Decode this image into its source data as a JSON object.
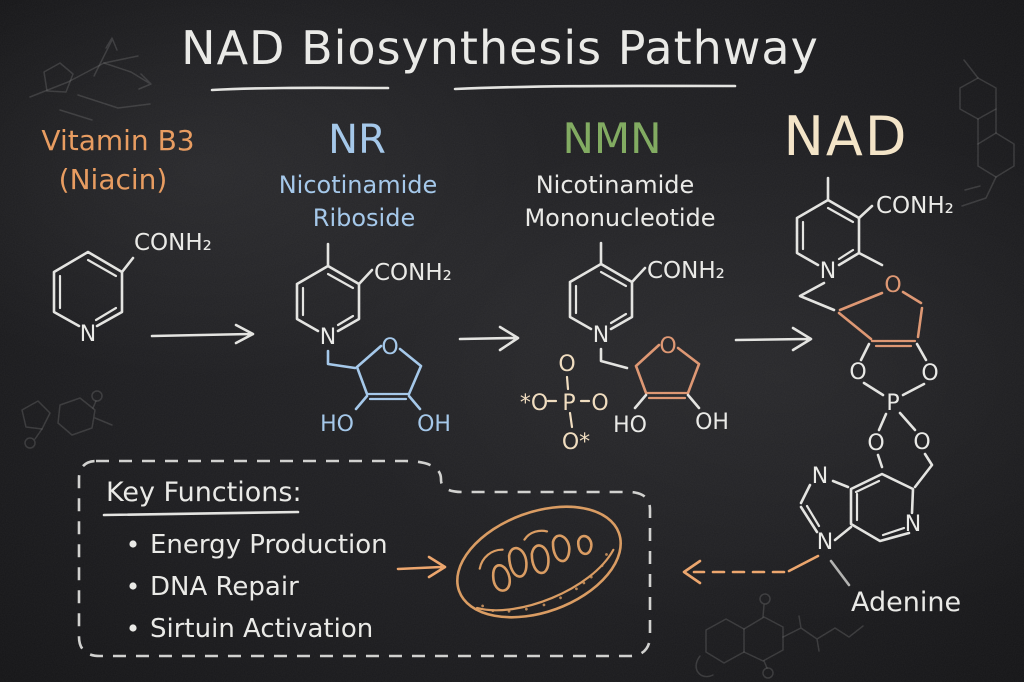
{
  "title": "NAD Biosynthesis Pathway",
  "stages": {
    "vitamin_b3": {
      "name": "Vitamin B3",
      "alt_name": "(Niacin)",
      "color": "#e79a5d"
    },
    "nr": {
      "abbr": "NR",
      "full_line1": "Nicotinamide",
      "full_line2": "Riboside",
      "color": "#a3c7e9"
    },
    "nmn": {
      "abbr": "NMN",
      "full_line1": "Nicotinamide",
      "full_line2": "Mononucleotide",
      "color": "#7fa95e"
    },
    "nad": {
      "abbr": "NAD",
      "color": "#f3e3c6"
    }
  },
  "atom_labels": {
    "nitrogen": "N",
    "oxygen": "O",
    "phosphorus": "P",
    "hydroxyl_left": "HO",
    "hydroxyl_right": "OH",
    "amide": "CONH₂",
    "phosphate_o_star_left": "*O",
    "phosphate_o_star_bottom": "O*"
  },
  "annotations": {
    "adenine": "Adenine"
  },
  "key_functions": {
    "heading": "Key Functions:",
    "items": [
      "Energy Production",
      "DNA Repair",
      "Sirtuin Activation"
    ]
  },
  "colors": {
    "chalk_white": "#e9e9e6",
    "accent_orange": "#eca46a",
    "ribose_orange": "#dd9570",
    "nr_blue": "#a3c7e9",
    "nmn_green": "#7fa95e",
    "nad_cream": "#f3e3c6",
    "phosphate_cream": "#f0dcbe",
    "mitochondria_orange": "#d99a5f",
    "board_dark": "#1c1c1e"
  }
}
